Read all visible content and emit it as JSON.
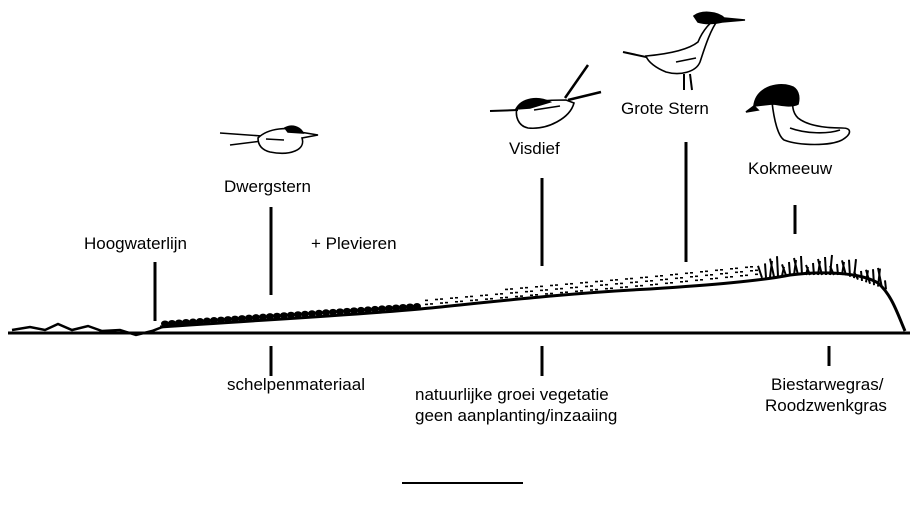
{
  "labels": {
    "high_water": "Hoogwaterlijn",
    "little_tern": "Dwergstern",
    "plovers": "+ Plevieren",
    "common_tern": "Visdief",
    "sandwich_tern": "Grote Stern",
    "black_headed_gull": "Kokmeeuw",
    "shells": "schelpenmateriaal",
    "vegetation_line1": "natuurlijke groei vegetatie",
    "vegetation_line2": "geen aanplanting/inzaaiing",
    "grass_line1": "Biestarwegras/",
    "grass_line2": "Roodzwenkgras"
  },
  "icons": {
    "little_tern": "little-tern-icon",
    "common_tern": "common-tern-icon",
    "sandwich_tern": "sandwich-tern-icon",
    "black_headed_gull": "gull-icon"
  },
  "colors": {
    "ink": "#000000",
    "background": "#ffffff"
  }
}
